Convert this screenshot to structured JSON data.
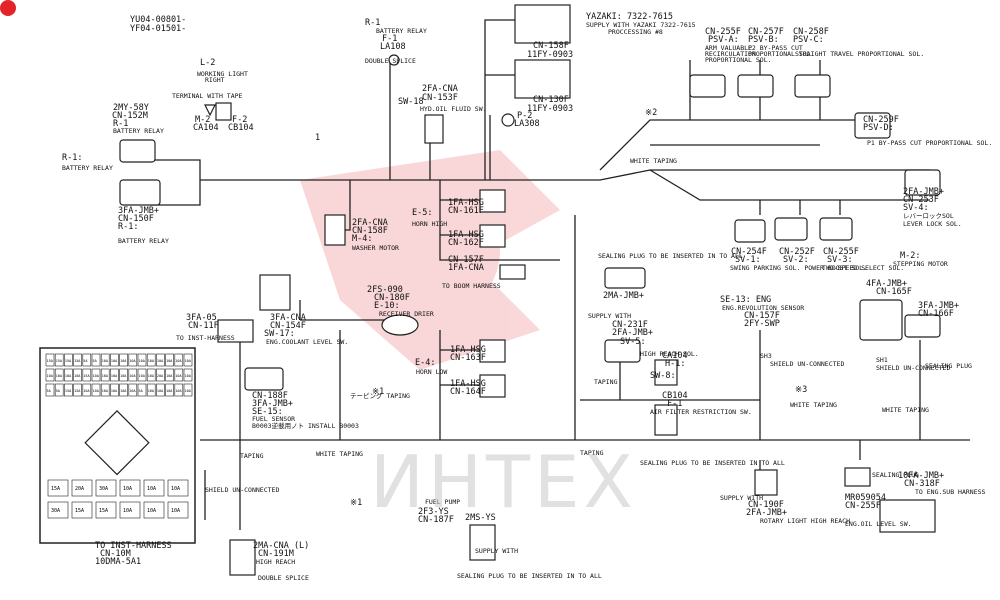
{
  "header": {
    "code1": "YU04-00801-",
    "code2": "YF04-01501-"
  },
  "watermark": {
    "text": "ИНТЕХ",
    "color": "#e3242b"
  },
  "labels": {
    "r1_top_a": "R-1",
    "r1_top_b": "BATTERY RELAY",
    "f1": "F-1",
    "la108": "LA108",
    "double_splice_top": "DOUBLE SPLICE",
    "l2": "L-2",
    "working_light": "WORKING LIGHT",
    "right": "RIGHT",
    "terminal_tape": "TERMINAL WITH TAPE",
    "m2": "M-2",
    "ca104a": "CA104",
    "f2": "F-2",
    "cb104a": "CB104",
    "my2": "2MY-58Y",
    "cn152m": "CN-152M",
    "r1_mid": "R-1",
    "battery_relay_a": "BATTERY RELAY",
    "r1_left": "R-1:",
    "battery_relay_left": "BATTERY RELAY",
    "fa3_150": "3FA-JMB+",
    "cn150f": "CN-150F",
    "r1_lower": "R-1:",
    "battery_relay_lower": "BATTERY RELAY",
    "fa2_153": "2FA-CNA",
    "cn153f": "CN-153F",
    "sw18": "SW-18",
    "hyd_oil": "HYD.OIL FLUID SW.",
    "p2": "P-2",
    "la308": "LA308",
    "cn158f": "CN-158F",
    "fy0903a": "11FY-0903",
    "cn130f": "CN-130F",
    "fy0903b": "11FY-0903",
    "yazaki": "YAZAKI: 7322-7615",
    "supply_yazaki": "SUPPLY WITH YAZAKI 7322-7615",
    "processing": "PROCCESSING #8",
    "ref2": "※2",
    "cn255f": "CN-255F",
    "psv_a": "PSV-A:",
    "arm_valuable": "ARM VALUABLE",
    "recirc": "RECIRCULATION",
    "prop_sol_a": "PROPORTIONAL SOL.",
    "cn257f": "CN-257F",
    "psv_b": "PSV-B:",
    "p2_bypass": "P2 BY-PASS CUT",
    "prop_sol_b": "PROPORTIONAL SOL.",
    "cn258f": "CN-258F",
    "psv_c": "PSV-C:",
    "straight": "STRAIGHT TRAVEL PROPORTIONAL SOL.",
    "cn259f": "CN-259F",
    "psv_d": "PSV-D:",
    "p1_bypass": "P1 BY-PASS CUT PROPORTIONAL SOL.",
    "white_taping_top": "WHITE TAPING",
    "fa2_jmb": "2FA-JMB+",
    "cn253f": "CN-253F",
    "sv4": "SV-4:",
    "lever_lock_jp": "レバーロックSOL",
    "lever_lock": "LEVER LOCK SOL.",
    "wire_1": "1",
    "fa2_cna_158": "2FA-CNA",
    "cn158f_b": "CN-158F",
    "m4": "M-4:",
    "washer_motor": "WASHER MOTOR",
    "e5": "E-5:",
    "fa1_161": "1FA-HSG",
    "cn161f": "CN-161F",
    "horn_high": "HORN HIGH",
    "fa1_162": "1FA-HSG",
    "cn162f": "CN-162F",
    "cn157f": "CN-157F",
    "fa1_cna": "1FA-CNA",
    "boom_harness": "TO BOOM HARNESS",
    "fs2_090": "2FS-090",
    "cn180f": "CN-180F",
    "e10": "E-10:",
    "receiver_drier": "RECEIVER DRIER",
    "fa3_cna": "3FA-CNA",
    "cn154f": "CN-154F",
    "sw17": "SW-17:",
    "coolant": "ENG.COOLANT LEVEL SW.",
    "fa3_05": "3FA-05",
    "cn11f": "CN-11F",
    "to_inst": "TO INST-HARNESS",
    "e4": "E-4:",
    "fa1_163": "1FA-HSG",
    "cn163f": "CN-163F",
    "horn_low": "HORN LOW",
    "fa1_164": "1FA-HSG",
    "cn164f": "CN-164F",
    "cn188f": "CN-188F",
    "fa3_jmb": "3FA-JMB+",
    "se15": "SE-15:",
    "fuel_sensor": "FUEL SENSOR",
    "install_b": "B0003逆載用ノト INSTALL B0003",
    "taping_jp": "テーピング TAPING",
    "ref1a": "※1",
    "sealing_plug": "SEALING PLUG TO BE INSERTED IN TO ALL",
    "ma2_jmb": "2MA-JMB+",
    "supply_with": "SUPPLY WITH",
    "cn231f": "CN-231F",
    "fa2_jmb_b": "2FA-JMB+",
    "sv5": "SV-5:",
    "high_reach": "HIGH REACH SOL.",
    "cn254f": "CN-254F",
    "sv1": "SV-1:",
    "cn252f": "CN-252F",
    "sv2": "SV-2:",
    "cn255f_b": "CN-255F",
    "sv3": "SV-3:",
    "swing_parking": "SWING PARKING SOL. POWER BOOST SOL.",
    "two_speed": "TWO-SPEED SELECT SOL.",
    "m2_step": "M-2:",
    "stepping_motor": "STEPPING MOTOR",
    "se13": "SE-13: ENG",
    "eng_rev": "ENG.REVOLUTION SENSOR",
    "cn157f_b": "CN-157F",
    "fy2_swp": "2FY-SWP",
    "sh3": "SH3",
    "shield_uncon": "SHIELD UN-CONNECTED",
    "fa4_jmb": "4FA-JMB+",
    "cn165f": "CN-165F",
    "fa3_166": "3FA-JMB+",
    "cn166f": "CN-166F",
    "sh1": "SH1",
    "shield_uncon_b": "SHIELD UN-CONNECTED",
    "sealing_plug_b": "SEALING PLUG",
    "ca104b": "CA104",
    "h1": "H-1:",
    "sw8": "SW-8:",
    "cb104b": "CB104",
    "f1b": "F-1",
    "air_filter": "AIR FILTER RESTRICTION SW.",
    "ref3": "※3",
    "white_taping_mid": "WHITE TAPING",
    "white_taping_right": "WHITE TAPING",
    "taping_a": "TAPING",
    "taping_b": "TAPING",
    "taping_c": "TAPING",
    "to_inst_b": "TO INST-HARNESS",
    "cn10m": "CN-10M",
    "ma10": "10DMA-5A1",
    "shield_uncon_c": "SHIELD UN-CONNECTED",
    "ma2_cna": "2MA-CNA (L)",
    "cn191m": "CN-191M",
    "high_reach_b": "HIGH REACH",
    "double_splice_b": "DOUBLE SPLICE",
    "ref1b": "※1",
    "fuel_pump": "FUEL PUMP",
    "fs2_ys": "2F3-YS",
    "cn187f": "CN-187F",
    "ms2_ys": "2MS-YS",
    "supply_with_b": "SUPPLY WITH",
    "sealing_plug_c": "SEALING PLUG TO BE INSERTED IN TO ALL",
    "sealing_plug_d": "SEALING PLUG TO BE INSERTED IN TO ALL",
    "supply_with_c": "SUPPLY WITH",
    "cn190f": "CN-190F",
    "fa2_jmb_c": "2FA-JMB+",
    "rotary_light": "ROTARY LIGHT HIGH REACH",
    "mr_code": "MR059054",
    "cn255f_c": "CN-255F",
    "eng_oil": "ENG.OIL LEVEL SW.",
    "fa10_jmb": "10FA-JMB+",
    "cn318f": "CN-318F",
    "eng_harness": "TO ENG.SUB HARNESS",
    "white_taping_bottom": "WHITE TAPING",
    "sealing_plug_e": "SEALING PLUG"
  },
  "fusebox": {
    "grid": [
      [
        "15A",
        "15A",
        "15A",
        "15A",
        "5A",
        "5A",
        "10A",
        "10A",
        "10A",
        "10A",
        "10A",
        "10A",
        "10A",
        "10A",
        "10A",
        "10A"
      ],
      [
        "10A",
        "10A",
        "10A",
        "10A",
        "15A",
        "10A",
        "10A",
        "10A",
        "10A",
        "10A",
        "10A",
        "10A",
        "20A",
        "10A",
        "10A",
        "10A"
      ],
      [
        "5A",
        "5A",
        "15A",
        "15A",
        "10A",
        "10A",
        "10A",
        "10A",
        "10A",
        "10A",
        "5A",
        "10A",
        "10A",
        "10A",
        "10A",
        "10A"
      ]
    ],
    "lower": [
      "15A",
      "20A",
      "30A",
      "10A",
      "10A",
      "10A",
      "30A",
      "15A",
      "15A",
      "10A",
      "10A",
      "10A"
    ]
  }
}
